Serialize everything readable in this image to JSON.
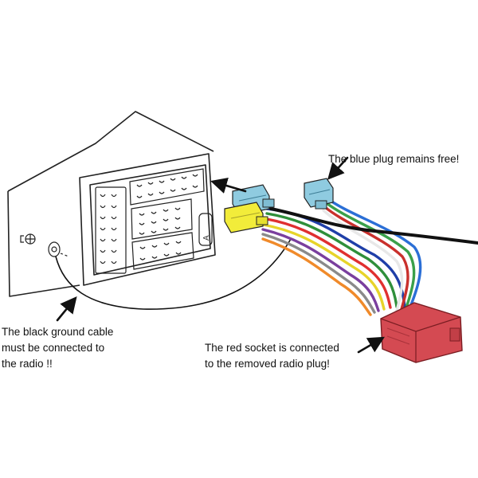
{
  "callouts": {
    "blue_plug": [
      "The blue plug remains free!"
    ],
    "ground_cable": [
      "The black ground cable",
      "must be connected to",
      "the radio !!"
    ],
    "red_socket": [
      "The red socket is connected",
      "to the removed radio plug!"
    ]
  },
  "radio": {
    "connector_letter": "A"
  },
  "colors": {
    "blue_plug": "#8fcbe0",
    "yellow_plug": "#f2ec3a",
    "red_socket": "#d44a52",
    "outline": "#222222"
  },
  "icons": [
    "arrow-icon",
    "screw-icon",
    "ground-lug-icon"
  ]
}
